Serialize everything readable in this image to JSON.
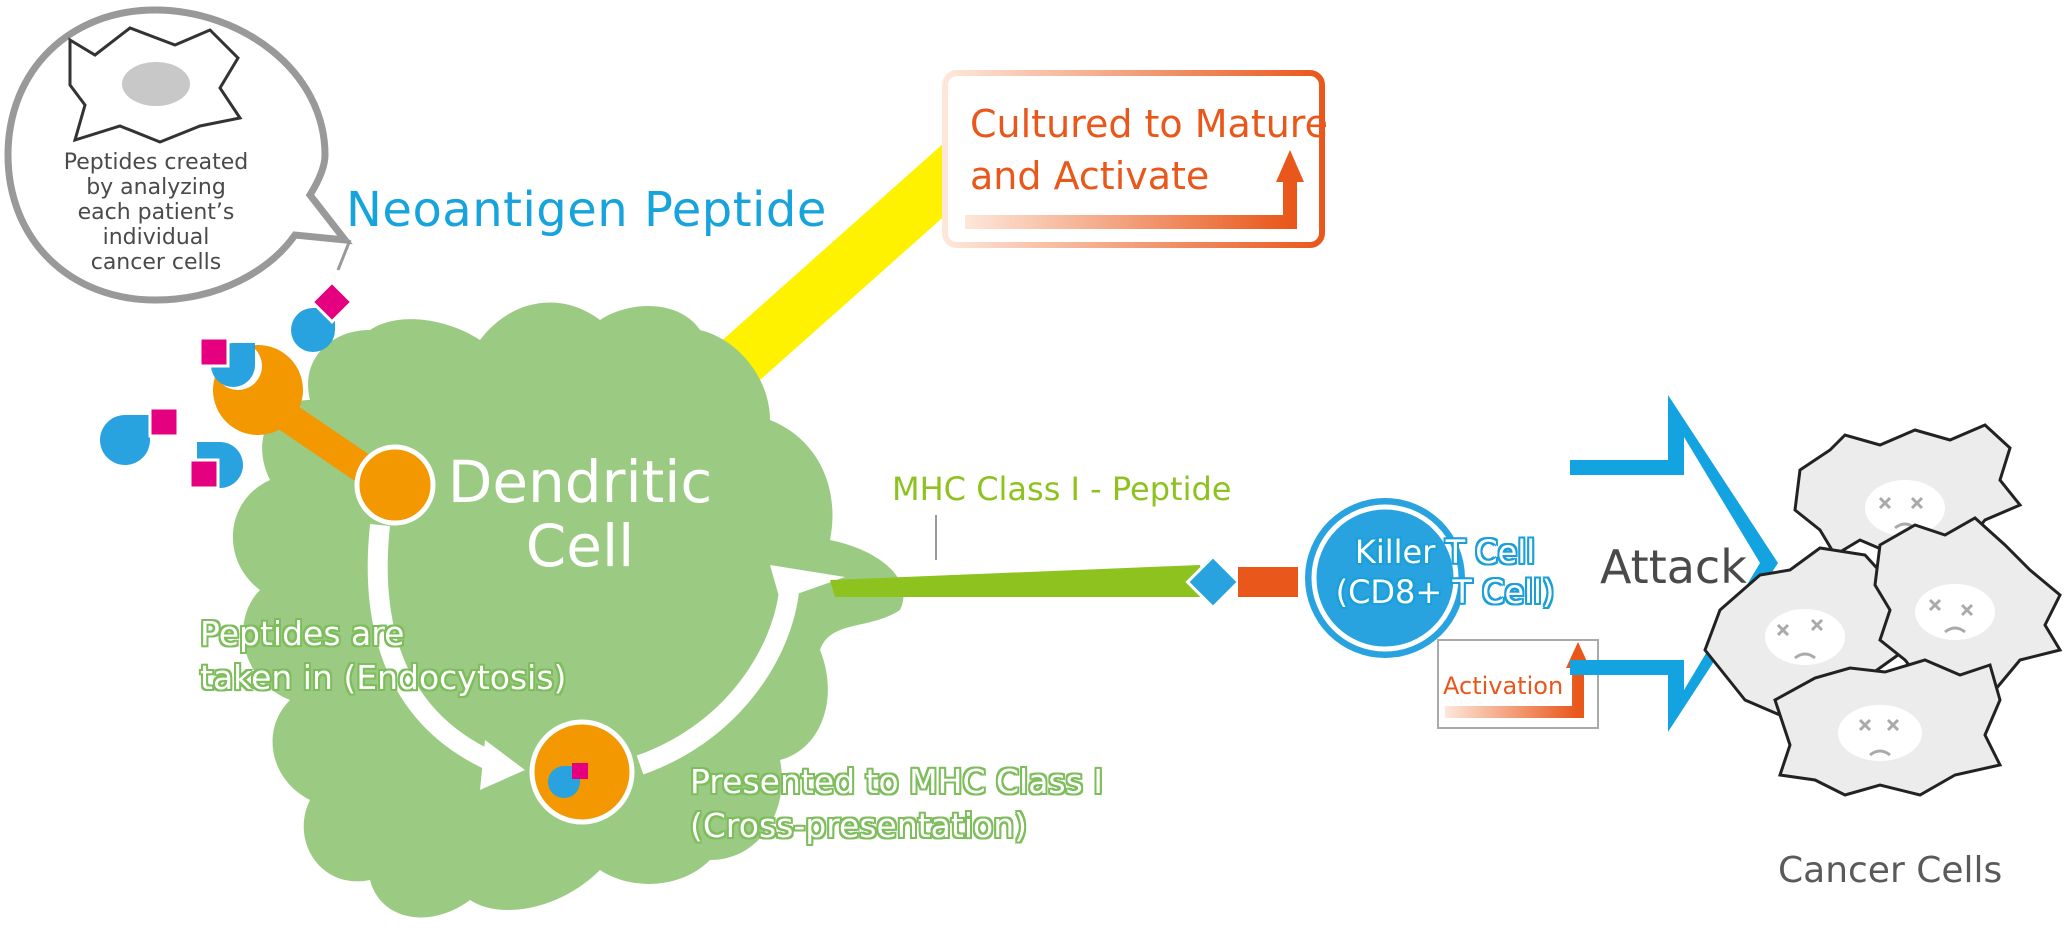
{
  "bubble": {
    "lines": [
      "Peptides created",
      "by analyzing",
      "each patient’s",
      "individual",
      "cancer cells"
    ]
  },
  "labels": {
    "neoantigen": "Neoantigen Peptide",
    "dendritic_line1": "Dendritic",
    "dendritic_line2": "Cell",
    "endocytosis_line1": "Peptides are",
    "endocytosis_line2": "taken in (Endocytosis)",
    "presented_line1": "Presented to MHC Class I",
    "presented_line2": "(Cross-presentation)",
    "mhc_peptide": "MHC Class I - Peptide",
    "killer_line1": "Killer T Cell",
    "killer_line2": "(CD8+ T Cell)",
    "activation": "Activation",
    "attack": "Attack",
    "cultured_line1": "Cultured to Mature",
    "cultured_line2": "and Activate",
    "cancer_cells": "Cancer Cells"
  },
  "colors": {
    "dendritic_green": "#9bcb83",
    "neo_blue": "#17a3dc",
    "peptide_magenta": "#e4007f",
    "receptor_orange": "#f39800",
    "mhc_green": "#8dc21f",
    "activation_orange": "#e9571b",
    "yellow": "#fff200",
    "cancer_gray": "#e6e6e6"
  }
}
